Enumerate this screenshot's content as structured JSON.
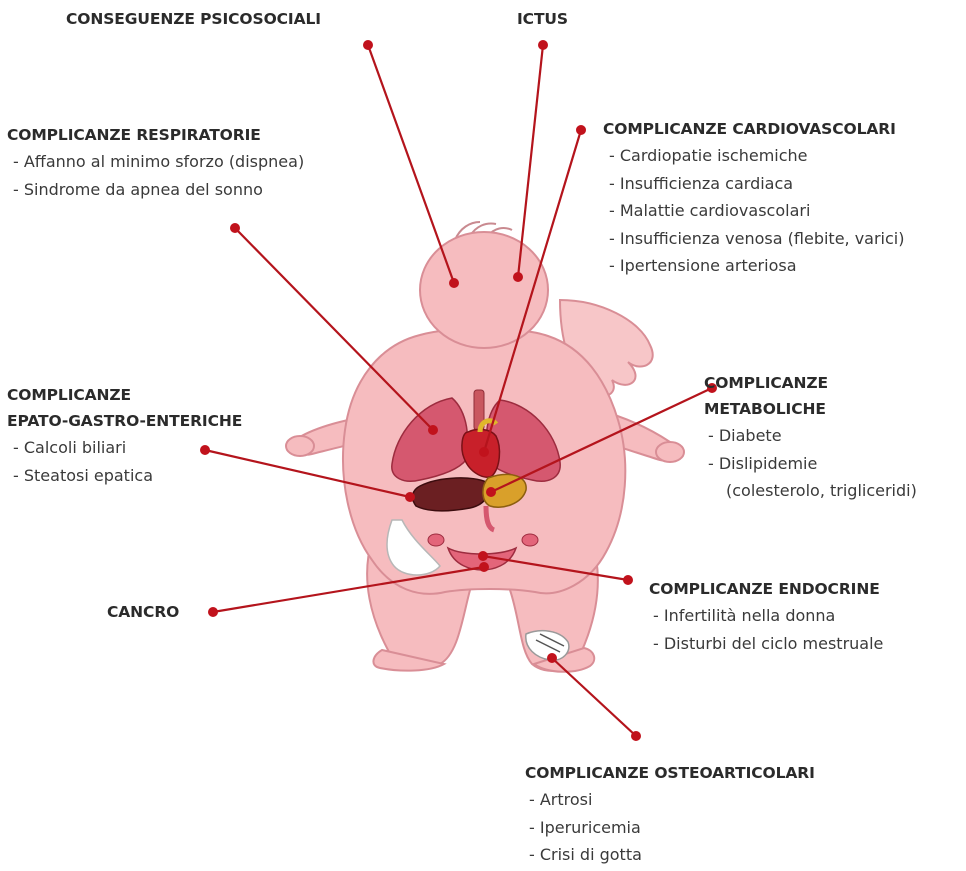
{
  "colors": {
    "body": "#f6bcbf",
    "body_outline": "#d98e96",
    "leader_line": "#b4141c",
    "dot": "#c1121c",
    "lung": "#d5586f",
    "heart": "#c8202a",
    "liver": "#6b1f22",
    "stomach": "#d9a02a",
    "bone": "#ffffff",
    "text": "#2a2a2a"
  },
  "labels": {
    "psicosociali": {
      "title": "CONSEGUENZE PSICOSOCIALI",
      "items": []
    },
    "ictus": {
      "title": "ICTUS",
      "items": []
    },
    "respiratorie": {
      "title": "COMPLICANZE RESPIRATORIE",
      "items": [
        "- Affanno al minimo sforzo (dispnea)",
        "- Sindrome da apnea del sonno"
      ]
    },
    "cardiovascolari": {
      "title": "COMPLICANZE CARDIOVASCOLARI",
      "items": [
        "- Cardiopatie ischemiche",
        "- Insufficienza cardiaca",
        "- Malattie cardiovascolari",
        "- Insufficienza venosa (flebite, varici)",
        "- Ipertensione arteriosa"
      ]
    },
    "epato": {
      "title_line1": "COMPLICANZE",
      "title_line2": "EPATO-GASTRO-ENTERICHE",
      "items": [
        "- Calcoli biliari",
        "- Steatosi epatica"
      ]
    },
    "metaboliche": {
      "title_line1": "COMPLICANZE",
      "title_line2": "METABOLICHE",
      "items": [
        "- Diabete",
        "- Dislipidemie",
        "(colesterolo, trigliceridi)"
      ]
    },
    "cancro": {
      "title": "CANCRO",
      "items": []
    },
    "endocrine": {
      "title": "COMPLICANZE ENDOCRINE",
      "items": [
        "- Infertilità nella donna",
        "- Disturbi del ciclo mestruale"
      ]
    },
    "osteoarticolari": {
      "title": "COMPLICANZE OSTEOARTICOLARI",
      "items": [
        "- Artrosi",
        "- Iperuricemia",
        "- Crisi di gotta"
      ]
    }
  }
}
